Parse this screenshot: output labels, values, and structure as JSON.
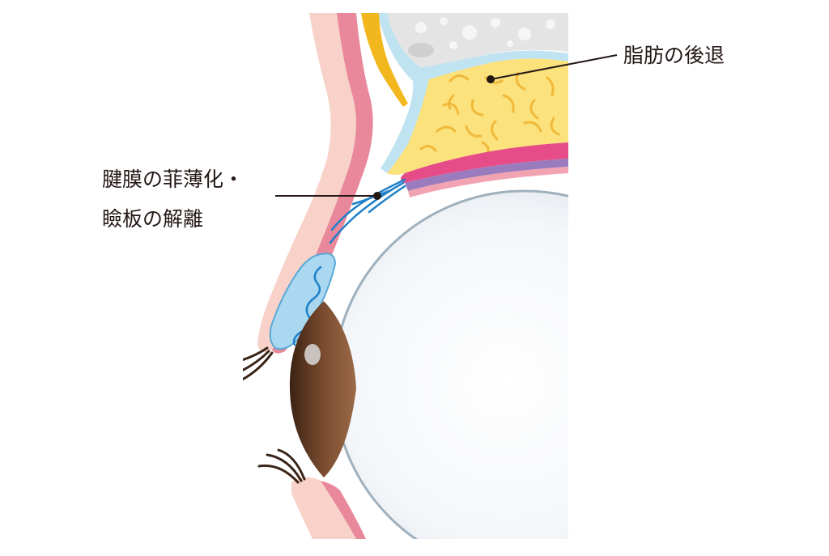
{
  "labels": {
    "fat_retreat": "脂肪の後退",
    "tendon_line1": "腱膜の菲薄化・",
    "tendon_line2": "瞼板の解離"
  },
  "colors": {
    "skin": "#f8d2c9",
    "muscle": "#e8889a",
    "fat": "#fbe27c",
    "fat_curl": "#f1b93a",
    "bone": "#e4e4e4",
    "periosteum": "#bfe3f1",
    "levator_muscle": "#e64d88",
    "aponeurosis": "#1f80c8",
    "muller": "#9a7bbd",
    "conjunctiva": "#f2a3b1",
    "sclera": "#f2f5f8",
    "sclera_edge": "#a9b8c4",
    "iris": "#7a4b2e",
    "tarsus": "#a9d8f0",
    "leader_line": "#231815"
  }
}
